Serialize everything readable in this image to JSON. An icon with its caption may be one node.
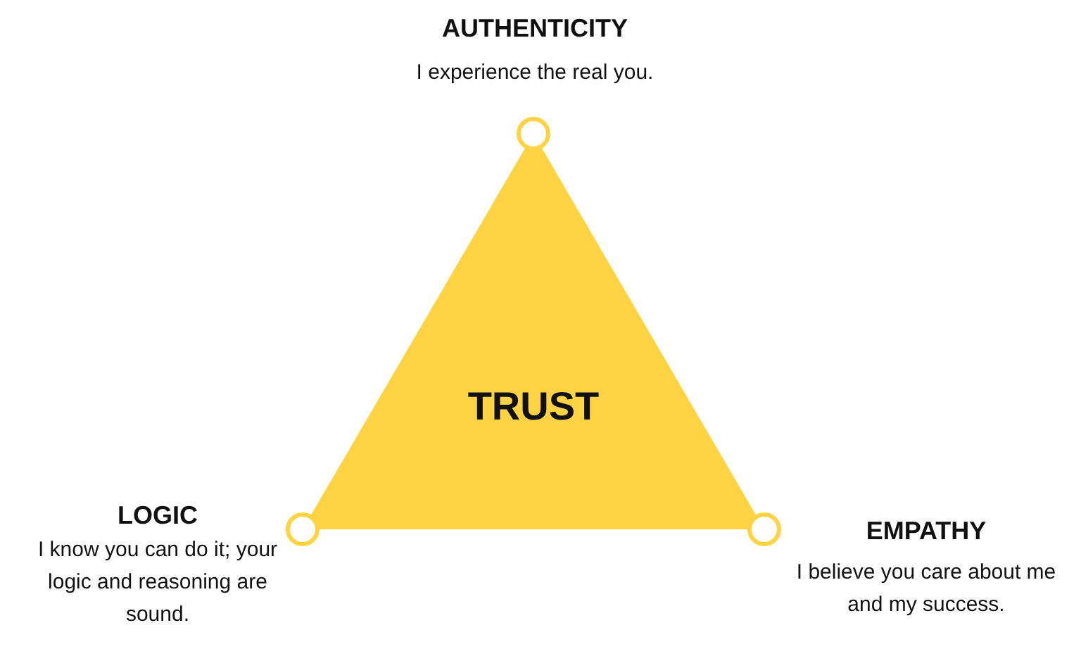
{
  "diagram": {
    "nodes": [
      {
        "text": [
          "TRUST"
        ]
      },
      {
        "text": [
          "AUTHENTICITY",
          "I experience the real you."
        ]
      },
      {
        "text": [
          "LOGIC",
          "I know you can do it; your logic and reasoning are sound."
        ]
      },
      {
        "text": [
          "EMPATHY",
          "I believe you care about me and my success."
        ]
      }
    ]
  }
}
